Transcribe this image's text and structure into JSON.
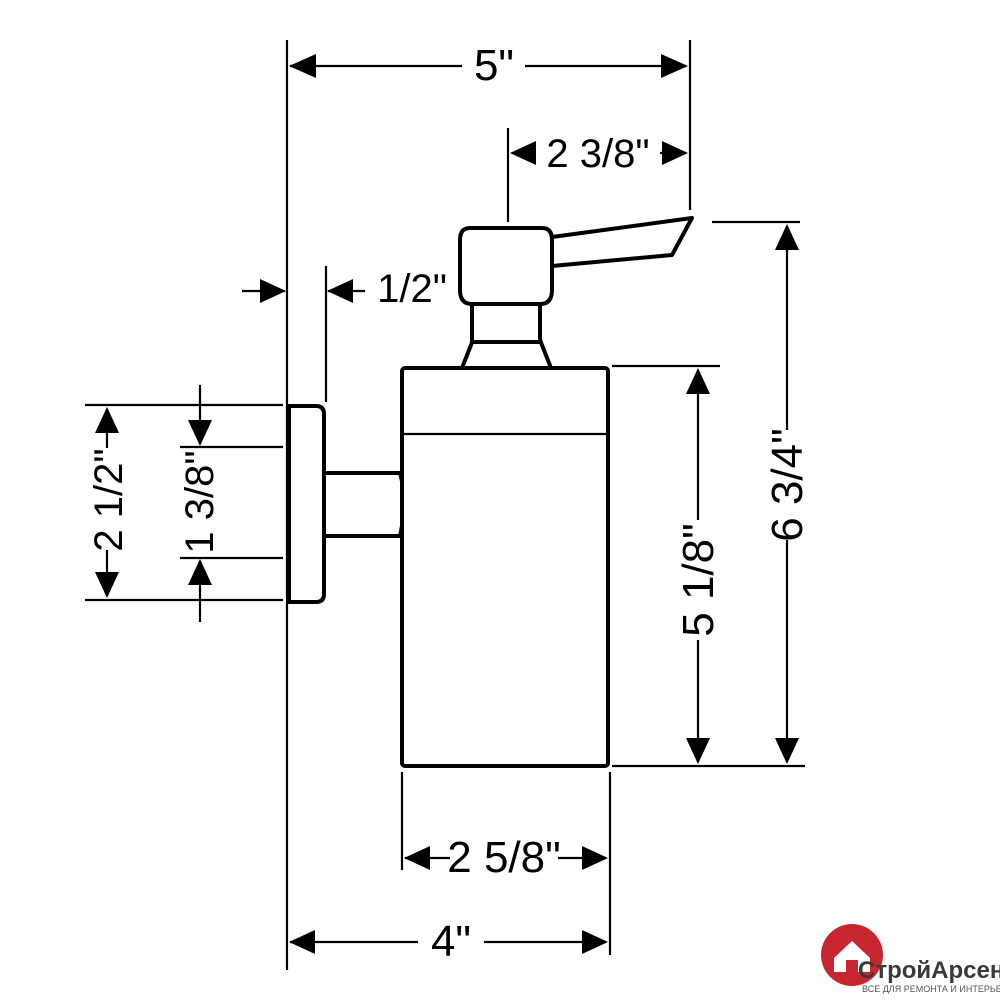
{
  "dimensions": {
    "overall_width": "5\"",
    "spout_reach": "2 3/8\"",
    "wall_gap": "1/2\"",
    "flange_height": "2 1/2\"",
    "arm_height": "1 3/8\"",
    "body_height": "5 1/8\"",
    "overall_height": "6 3/4\"",
    "body_width": "2 5/8\"",
    "projection": "4\""
  },
  "logo": {
    "name": "СтройАрсенал",
    "tagline": "ВСЕ ДЛЯ РЕМОНТА И ИНТЕРЬЕРА",
    "color": "#c8262e"
  }
}
